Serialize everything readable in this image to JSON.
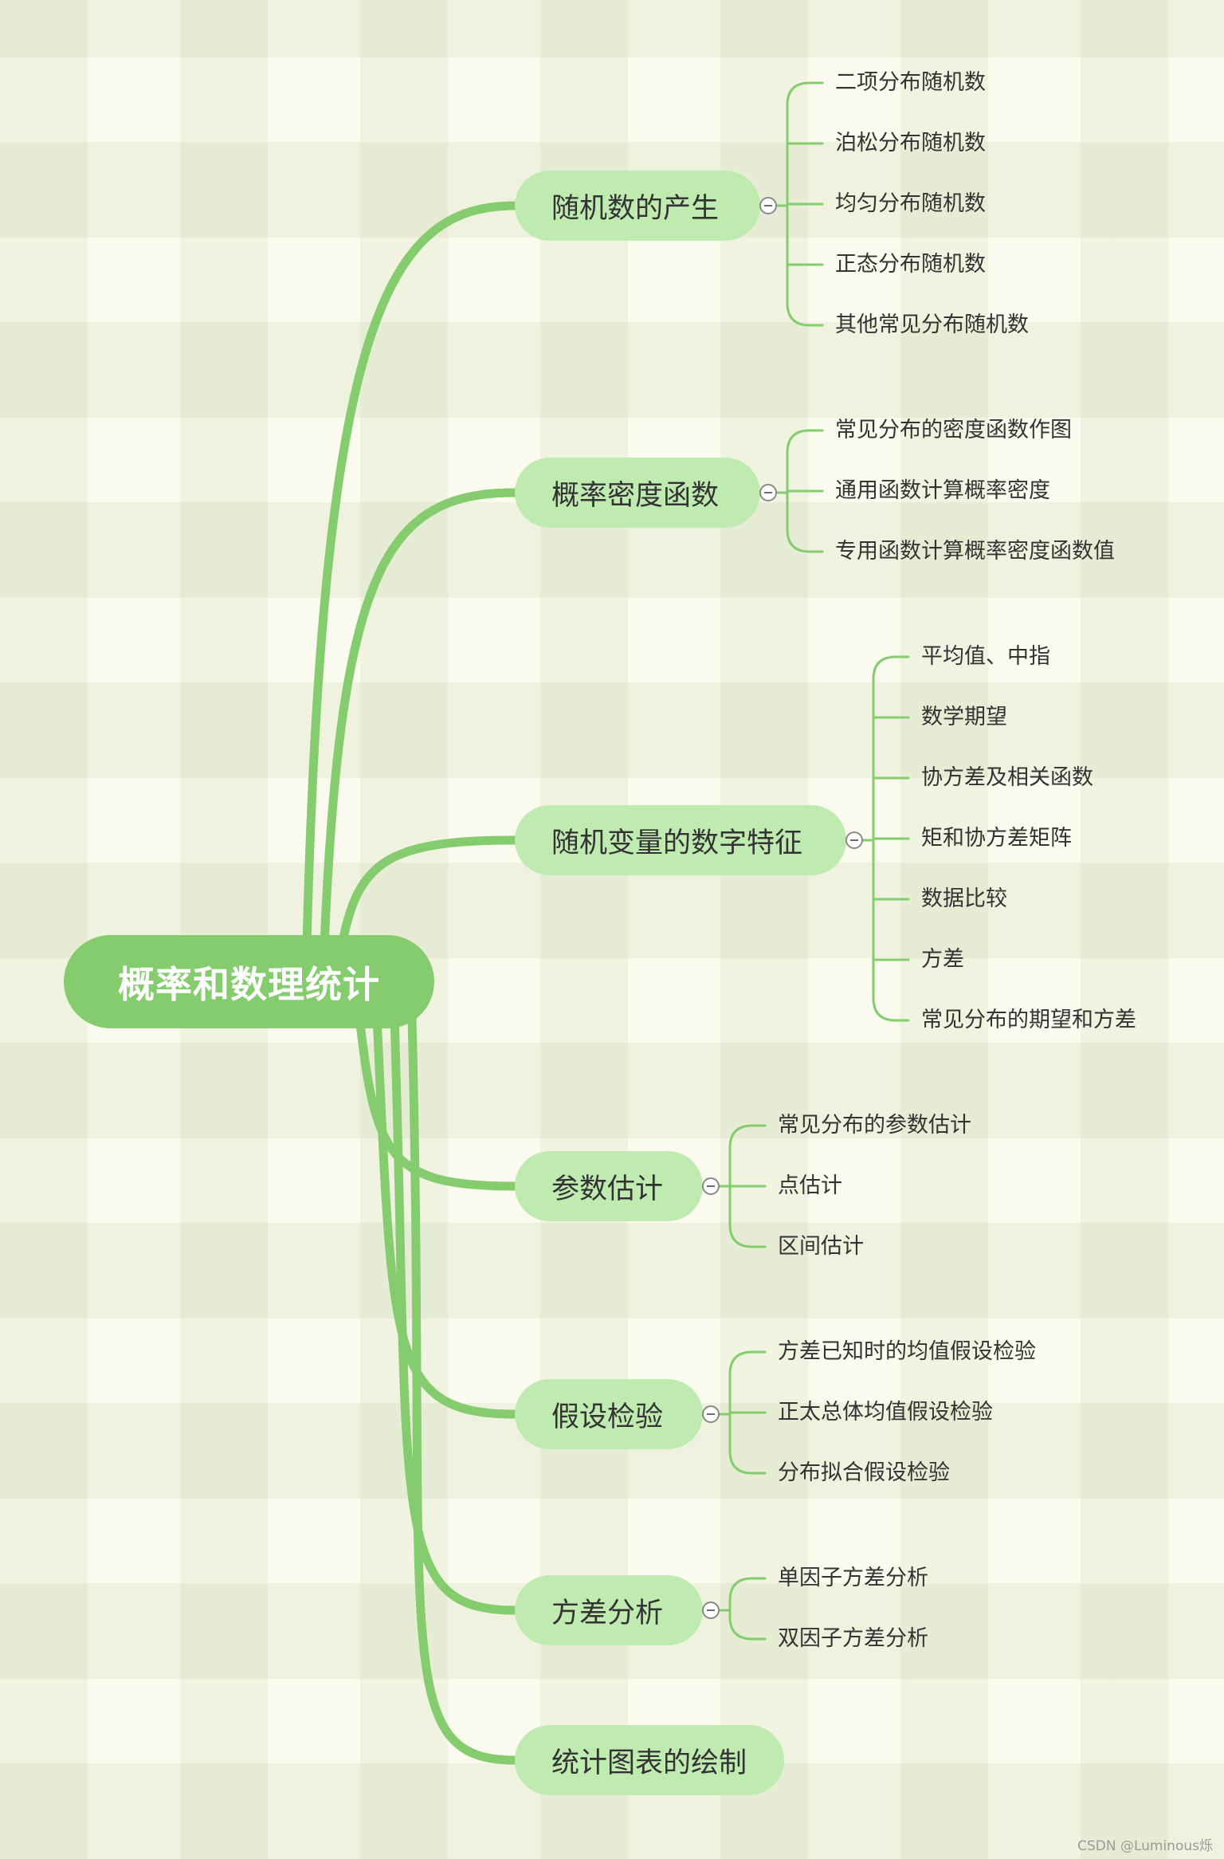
{
  "root": {
    "label": "概率和数理统计"
  },
  "branches": [
    {
      "label": "随机数的产生",
      "children": [
        "二项分布随机数",
        "泊松分布随机数",
        "均匀分布随机数",
        "正态分布随机数",
        "其他常见分布随机数"
      ]
    },
    {
      "label": "概率密度函数",
      "children": [
        "常见分布的密度函数作图",
        "通用函数计算概率密度",
        "专用函数计算概率密度函数值"
      ]
    },
    {
      "label": "随机变量的数字特征",
      "children": [
        "平均值、中指",
        "数学期望",
        "协方差及相关函数",
        "矩和协方差矩阵",
        "数据比较",
        "方差",
        "常见分布的期望和方差"
      ]
    },
    {
      "label": "参数估计",
      "children": [
        "常见分布的参数估计",
        "点估计",
        "区间估计"
      ]
    },
    {
      "label": "假设检验",
      "children": [
        "方差已知时的均值假设检验",
        "正太总体均值假设检验",
        "分布拟合假设检验"
      ]
    },
    {
      "label": "方差分析",
      "children": [
        "单因子方差分析",
        "双因子方差分析"
      ]
    },
    {
      "label": "统计图表的绘制",
      "children": []
    }
  ],
  "colors": {
    "root": "#85cc6f",
    "branch_fill": "#bfeab0",
    "edge": "#85cc6f",
    "text": "#333333"
  },
  "watermark": "CSDN @Luminous烁"
}
